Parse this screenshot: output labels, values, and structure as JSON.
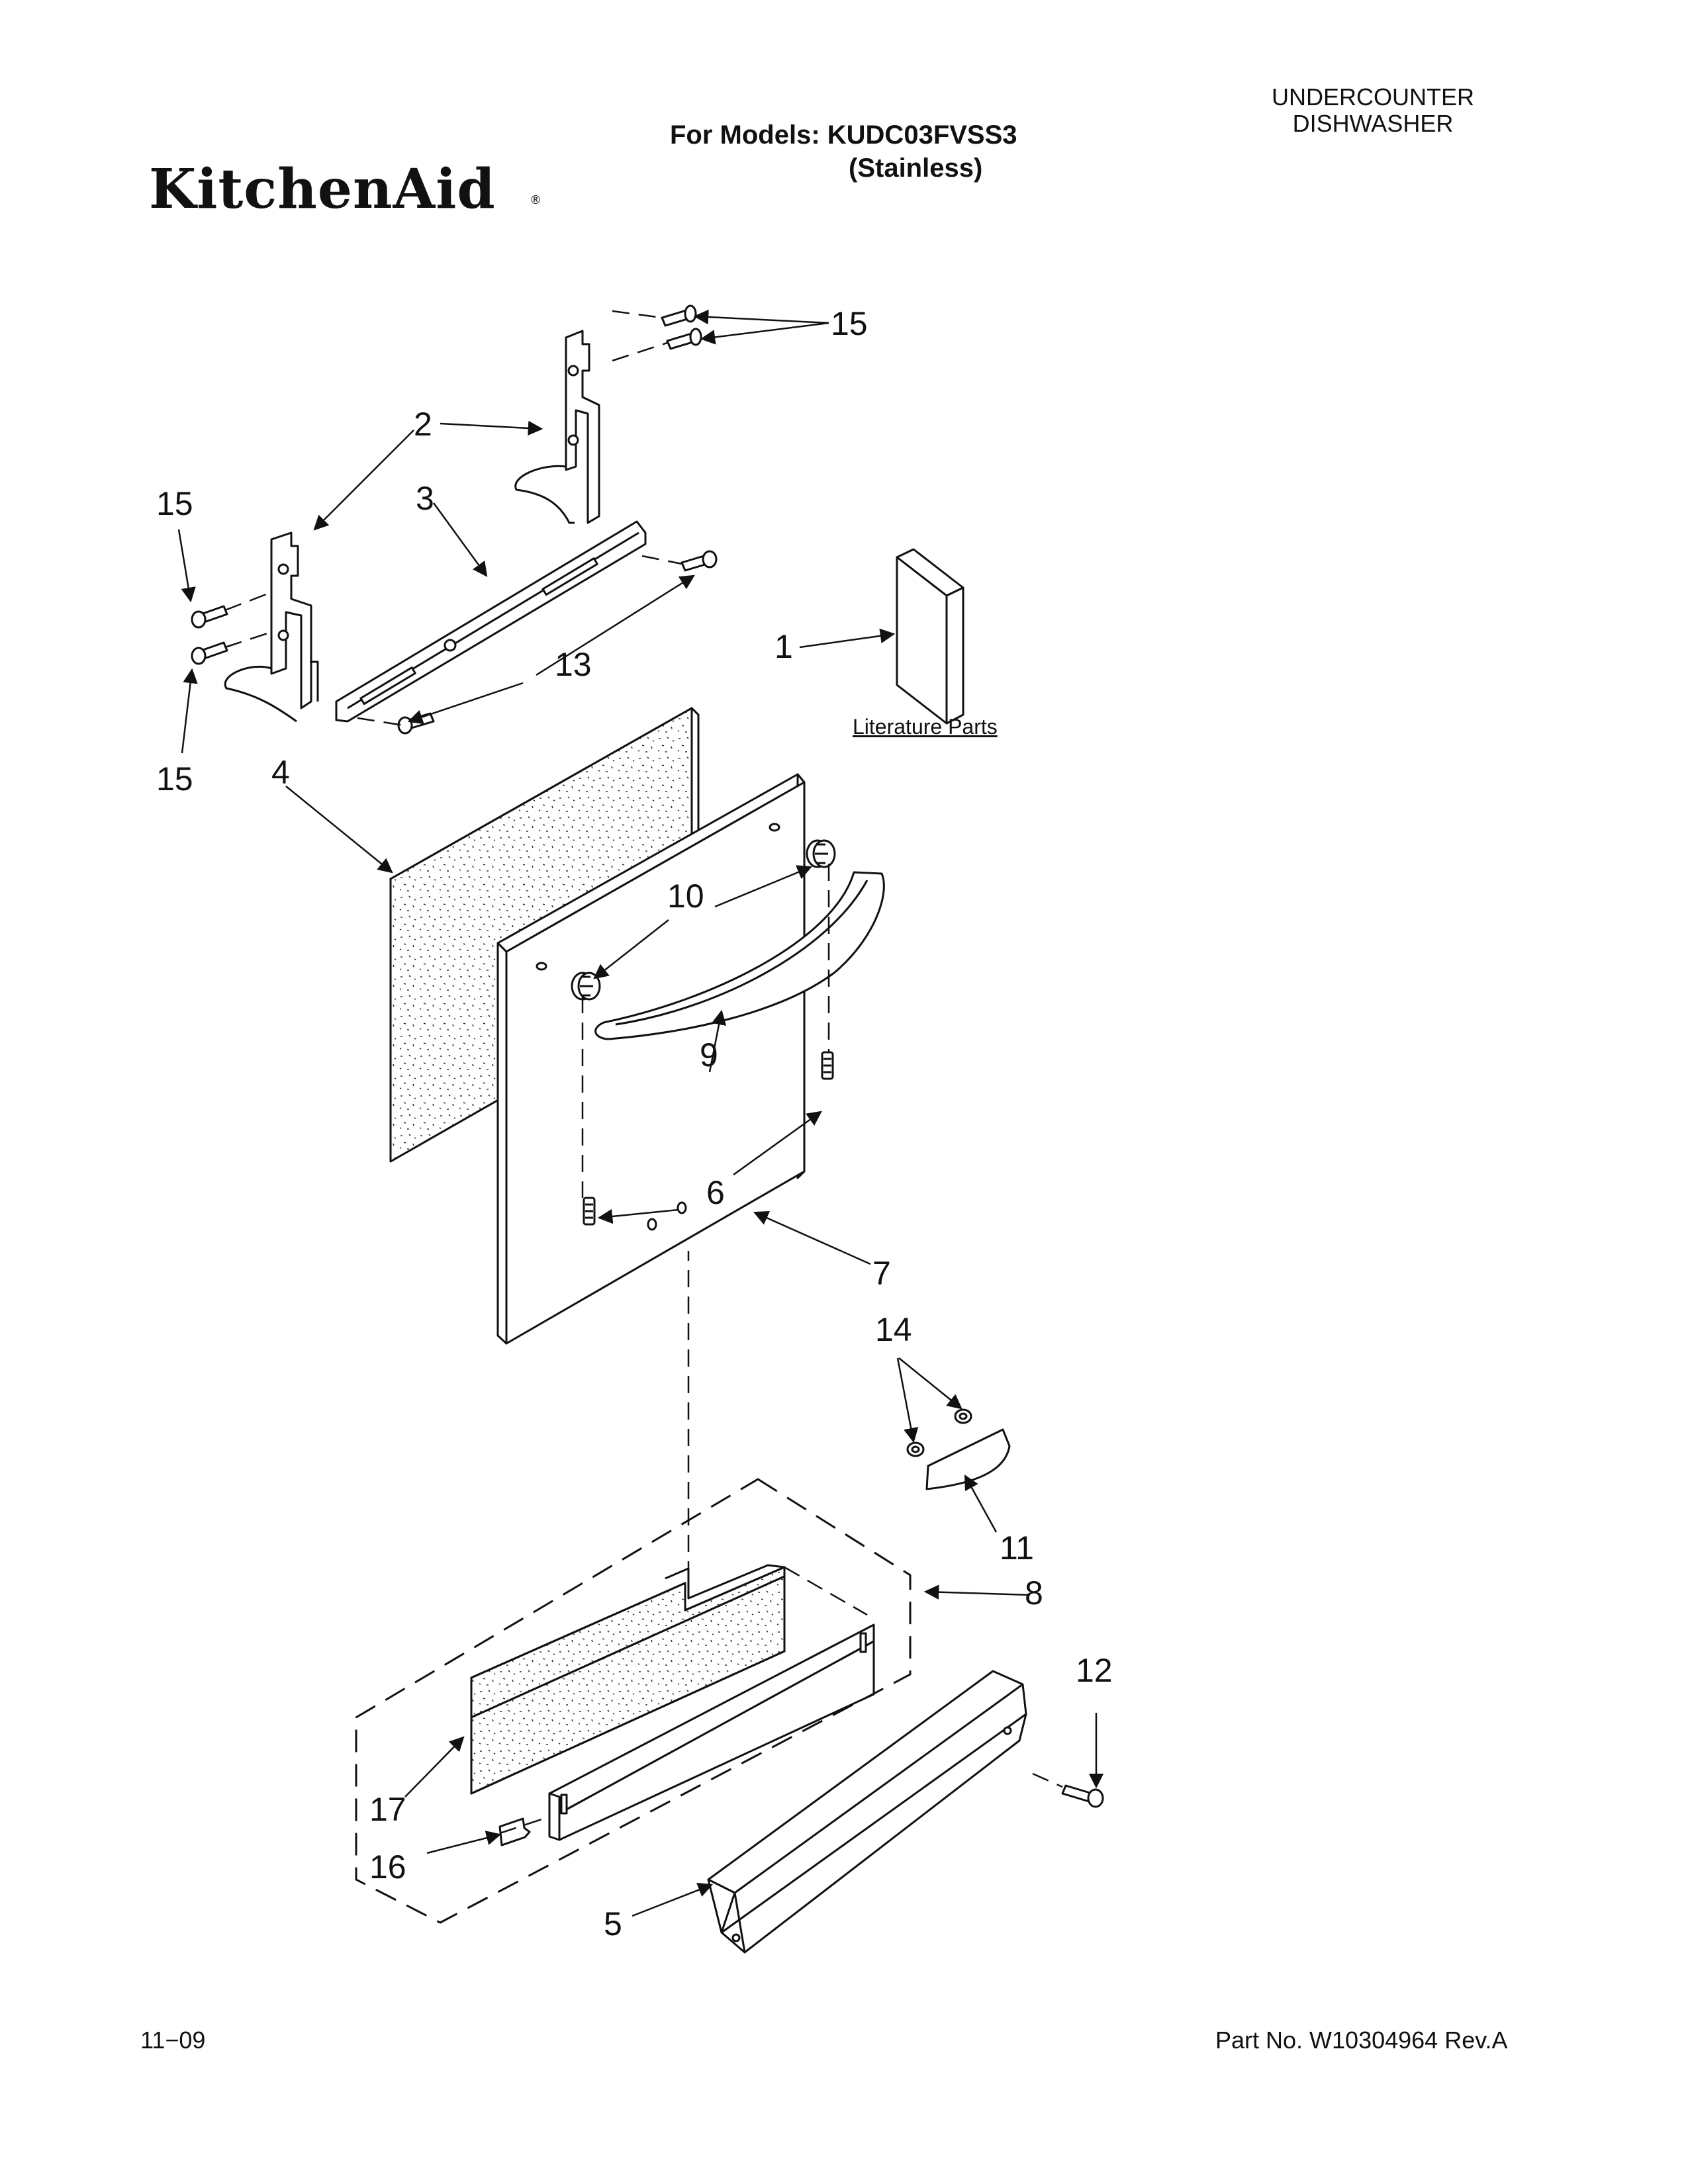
{
  "header": {
    "brand": "KitchenAid",
    "brand_mark": "®",
    "models_line": "For Models: KUDC03FVSS3",
    "finish": "(Stainless)",
    "appliance_line1": "UNDERCOUNTER",
    "appliance_line2": "DISHWASHER"
  },
  "diagram": {
    "literature_label": "Literature Parts",
    "callouts": {
      "c1": "1",
      "c2": "2",
      "c3": "3",
      "c4": "4",
      "c5": "5",
      "c6": "6",
      "c7": "7",
      "c8": "8",
      "c9": "9",
      "c10": "10",
      "c11": "11",
      "c12": "12",
      "c13": "13",
      "c14": "14",
      "c15a": "15",
      "c15b": "15",
      "c15c": "15",
      "c16": "16",
      "c17": "17"
    }
  },
  "footer": {
    "date_code": "11−09",
    "part_number": "Part No. W10304964 Rev.A"
  }
}
